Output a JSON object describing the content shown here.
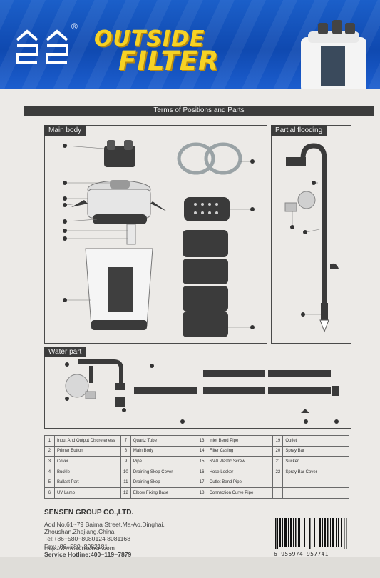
{
  "brand": {
    "logo_name": "sensen-logo",
    "registered_mark": "®",
    "title_line1": "OUTSIDE",
    "title_line2": "FILTER"
  },
  "section_title": "Terms of Positions and Parts",
  "boxes": {
    "main_body": "Main body",
    "partial_flooding": "Partial flooding",
    "water_part": "Water part"
  },
  "parts": [
    {
      "no": "1",
      "name": "Input And Output Discreteness"
    },
    {
      "no": "2",
      "name": "Primer Button"
    },
    {
      "no": "3",
      "name": "Cover"
    },
    {
      "no": "4",
      "name": "Buckle"
    },
    {
      "no": "5",
      "name": "Ballast Part"
    },
    {
      "no": "6",
      "name": "UV Lamp"
    },
    {
      "no": "7",
      "name": "Quartz Tube"
    },
    {
      "no": "8",
      "name": "Main Body"
    },
    {
      "no": "9",
      "name": "Pipe"
    },
    {
      "no": "10",
      "name": "Draining Skep Cover"
    },
    {
      "no": "11",
      "name": "Draining Skep"
    },
    {
      "no": "12",
      "name": "Elbow Fixing Base"
    },
    {
      "no": "13",
      "name": "Inlet Bend Pipe"
    },
    {
      "no": "14",
      "name": "Filter Casing"
    },
    {
      "no": "15",
      "name": "6*40 Plastic Screw"
    },
    {
      "no": "16",
      "name": "Hose Locker"
    },
    {
      "no": "17",
      "name": "Outlet Bend Pipe"
    },
    {
      "no": "18",
      "name": "Connection Curve Pipe"
    },
    {
      "no": "19",
      "name": "Outlet"
    },
    {
      "no": "20",
      "name": "Spray Bar"
    },
    {
      "no": "21",
      "name": "Sucker"
    },
    {
      "no": "22",
      "name": "Spray Bar Cover"
    }
  ],
  "company": {
    "name": "SENSEN GROUP CO.,LTD.",
    "address1": "Add:No.61~79 Baima Street,Ma-Ao,Dinghai,",
    "address2": "Zhoushan,Zhejiang,China.",
    "tel": "Tel:+86−580−8080124  8081168",
    "fax": "Fax:+86−580−8082181",
    "web": "Http://www.sunsuncn.com",
    "hotline": "Service Hotline:400−119−7879"
  },
  "barcode_number": "6 955974 957741"
}
